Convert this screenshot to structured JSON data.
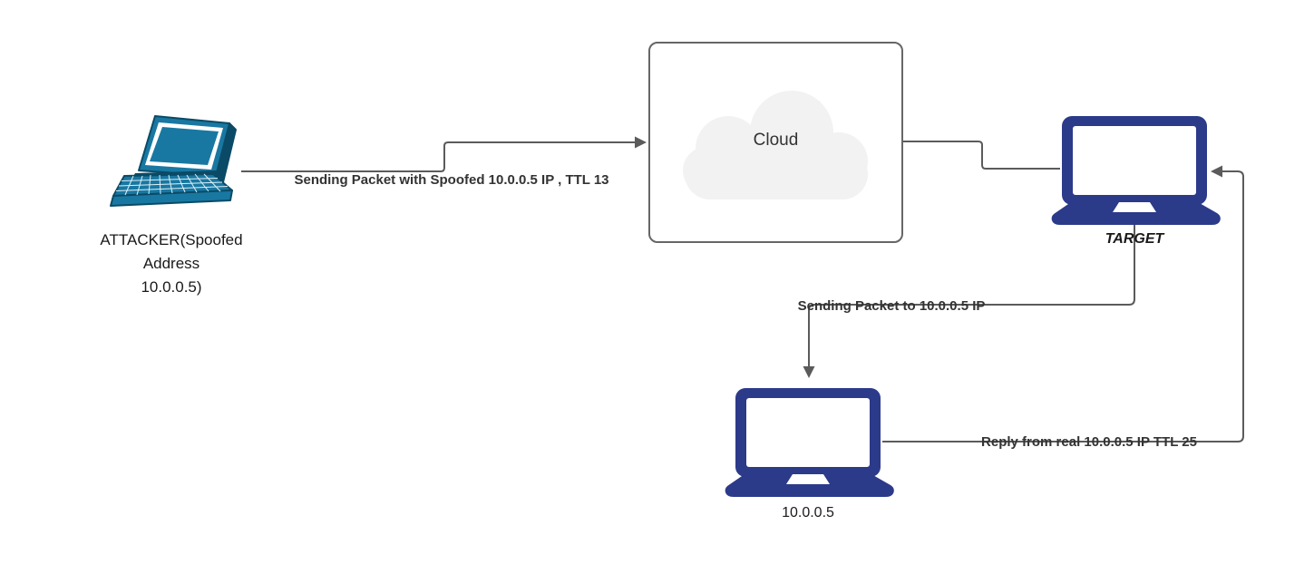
{
  "nodes": {
    "attacker": {
      "label": "ATTACKER(Spoofed\nAddress\n10.0.0.5)"
    },
    "cloud": {
      "label": "Cloud"
    },
    "target": {
      "label": "TARGET"
    },
    "real_host": {
      "label": "10.0.0.5"
    }
  },
  "edges": {
    "spoofed_packet": {
      "label": "Sending Packet with Spoofed 10.0.0.5 IP , TTL 13"
    },
    "forward_packet": {
      "label": "Sending Packet to 10.0.0.5 IP"
    },
    "reply_packet": {
      "label": "Reply from real 10.0.0.5 IP TTL 25"
    }
  },
  "colors": {
    "connector": "#5b5b5b",
    "cloud_fill": "#f2f2f2",
    "cloud_border": "#666666",
    "laptop_navy": "#2c3a8a",
    "laptop_teal": "#1878a2",
    "laptop_teal_dark": "#0b4a66",
    "edge_label_text": "#333333",
    "node_label_text": "#1a1a1a"
  }
}
